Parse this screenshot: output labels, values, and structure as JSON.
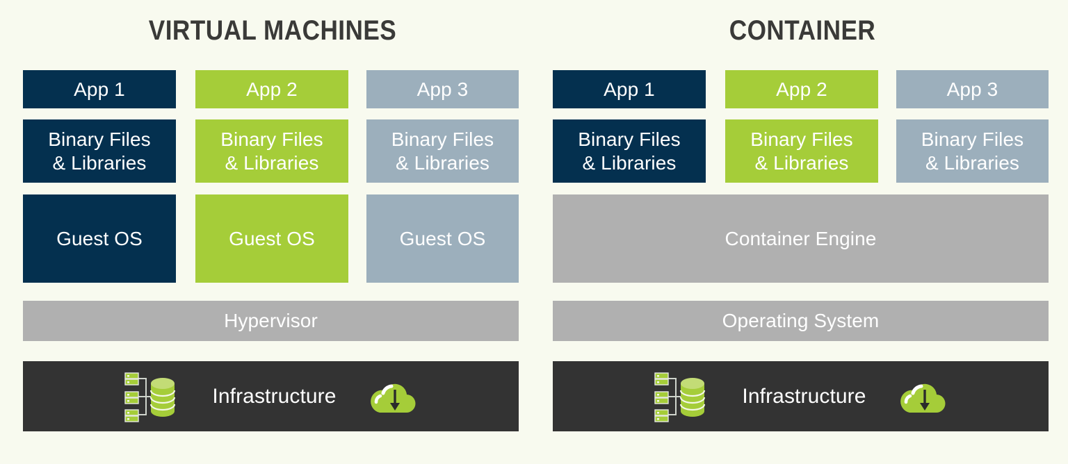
{
  "background_color": "#f8faef",
  "palette": {
    "navy": "#04304f",
    "green": "#a5cd39",
    "steel_blue": "#9cafbc",
    "gray": "#b0b0b0",
    "dark": "#333333",
    "title_text": "#3a3a38",
    "box_text": "#ffffff"
  },
  "panels": [
    {
      "title": "VIRTUAL MACHINES",
      "columns": [
        {
          "app": "App 1",
          "binaries_line1": "Binary Files",
          "binaries_line2": "& Libraries",
          "middle": "Guest OS",
          "color": "navy"
        },
        {
          "app": "App 2",
          "binaries_line1": "Binary Files",
          "binaries_line2": "& Libraries",
          "middle": "Guest OS",
          "color": "green"
        },
        {
          "app": "App 3",
          "binaries_line1": "Binary Files",
          "binaries_line2": "& Libraries",
          "middle": "Guest OS",
          "color": "steel_blue"
        }
      ],
      "platform_layer": "Hypervisor",
      "infrastructure": {
        "label": "Infrastructure",
        "left_icon": "servers-database-icon",
        "right_icon": "cloud-download-icon"
      }
    },
    {
      "title": "CONTAINER",
      "columns": [
        {
          "app": "App 1",
          "binaries_line1": "Binary Files",
          "binaries_line2": "& Libraries",
          "color": "navy"
        },
        {
          "app": "App 2",
          "binaries_line1": "Binary Files",
          "binaries_line2": "& Libraries",
          "color": "green"
        },
        {
          "app": "App 3",
          "binaries_line1": "Binary Files",
          "binaries_line2": "& Libraries",
          "color": "steel_blue"
        }
      ],
      "engine_layer": "Container Engine",
      "platform_layer": "Operating System",
      "infrastructure": {
        "label": "Infrastructure",
        "left_icon": "servers-database-icon",
        "right_icon": "cloud-download-icon"
      }
    }
  ]
}
